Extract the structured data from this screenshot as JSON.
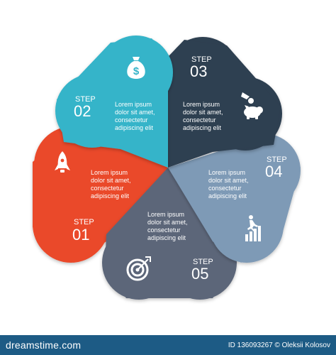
{
  "colors": {
    "step1": "#ea4a2b",
    "step2": "#36b4c9",
    "step3": "#2f3f51",
    "step4": "#7e9ab6",
    "step5": "#5c6679",
    "footer": "#1d5b85"
  },
  "steps": [
    {
      "label": "STEP",
      "num": "01",
      "body": [
        "Lorem ipsum",
        "dolor sit amet,",
        "consectetur",
        "adipiscing elit"
      ],
      "icon": "rocket-icon"
    },
    {
      "label": "STEP",
      "num": "02",
      "body": [
        "Lorem ipsum",
        "dolor sit amet,",
        "consectetur",
        "adipiscing elit"
      ],
      "icon": "money-bag-icon"
    },
    {
      "label": "STEP",
      "num": "03",
      "body": [
        "Lorem ipsum",
        "dolor sit amet,",
        "consectetur",
        "adipiscing elit"
      ],
      "icon": "piggy-bank-icon"
    },
    {
      "label": "STEP",
      "num": "04",
      "body": [
        "Lorem ipsum",
        "dolor sit amet,",
        "consectetur",
        "adipiscing elit"
      ],
      "icon": "growth-chart-icon"
    },
    {
      "label": "STEP",
      "num": "05",
      "body": [
        "Lorem ipsum",
        "dolor sit amet,",
        "consectetur",
        "adipiscing elit"
      ],
      "icon": "target-icon"
    }
  ],
  "footer": {
    "brand": "dreamstime.com",
    "credit": "ID 136093267 © Oleksii Kolosov"
  }
}
